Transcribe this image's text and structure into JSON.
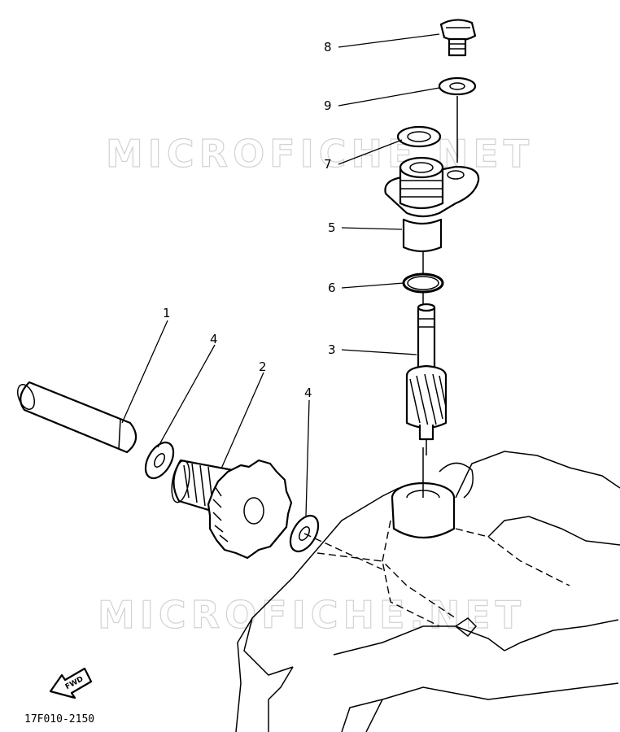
{
  "callouts": [
    "8",
    "9",
    "7",
    "5",
    "6",
    "3",
    "1",
    "4",
    "2",
    "4"
  ],
  "watermark": {
    "top": "MICROFICHE.NET",
    "bottom": "MICROFICHE.NET"
  },
  "fwd_label": "FWD",
  "diagram_code": "17F010-2150"
}
